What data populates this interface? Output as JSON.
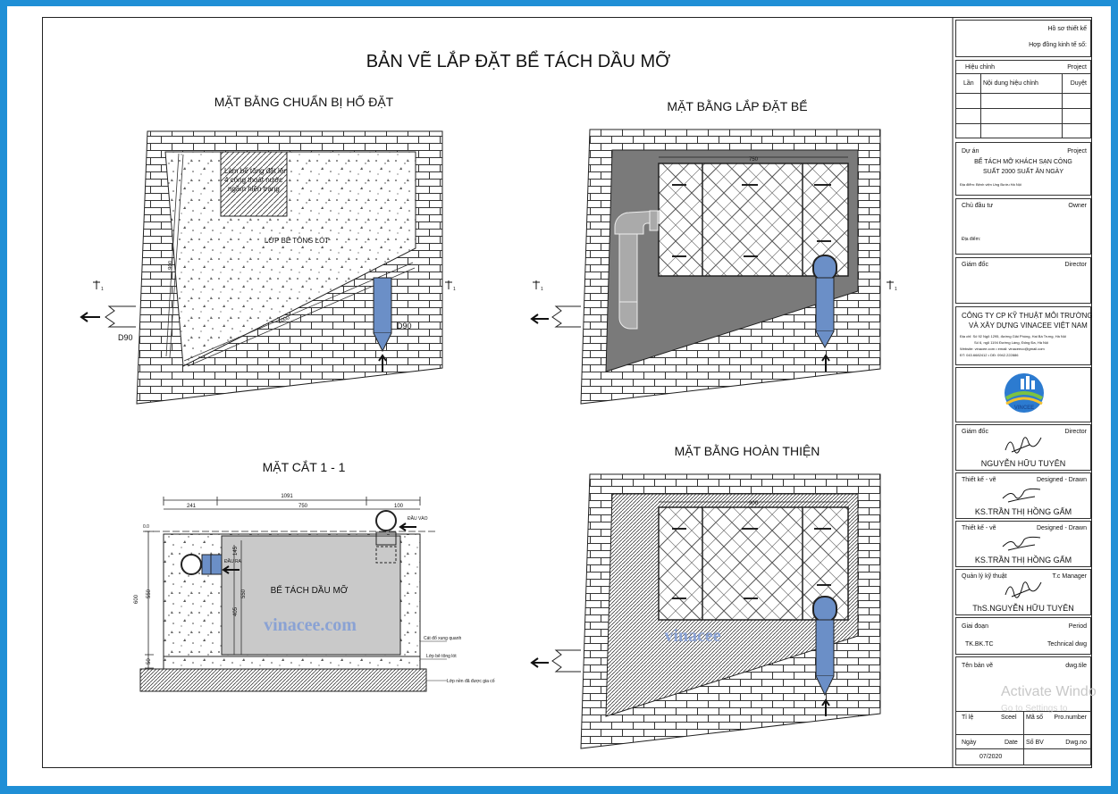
{
  "main_title": "BẢN VẼ LẮP ĐẶT BỂ TÁCH DẦU MỠ",
  "views": {
    "prep": {
      "title": "MẶT BẰNG CHUẨN BỊ HỐ ĐẶT",
      "note_lines": [
        "Làm bể tông đặt lên",
        "4 cống thoát nước",
        "ngầm hiện trạng"
      ],
      "floor_label": "LỚP BÊ TÔNG LÓT",
      "dim_side": "900",
      "dim_diag": "1000",
      "pipe_left": "D90",
      "pipe_right": "D90",
      "section_mark": "1"
    },
    "install": {
      "title": "MẶT BẰNG LẮP ĐẶT BỂ",
      "dim_top": "750",
      "section_mark": "1"
    },
    "section": {
      "title": "MẶT CẮT 1 - 1",
      "dim_total": "1091",
      "dim_a": "241",
      "dim_b": "750",
      "dim_c": "100",
      "dim_height": "600",
      "dim_inner": "550",
      "dim_inner2": "550",
      "dim_405": "405",
      "dim_145": "145",
      "dim_50": "50",
      "level": "0.0",
      "tank_label": "BỂ TÁCH DẦU MỠ",
      "inlet_label": "ĐẦU VÀO",
      "outlet_label": "ĐẦU RA",
      "fill_label": "Cát đổ xung quanh",
      "base_label": "Lớp bê tông lót",
      "ground_label": "Lớp nền đã được gia cố",
      "watermark": "vinacee.com"
    },
    "finish": {
      "title": "MẶT BẰNG HOÀN THIỆN",
      "dim_top": "900",
      "watermark": "vinacee"
    }
  },
  "title_block": {
    "hoso": "Hồ sơ thiết kế",
    "hopdong": "Hợp đồng kinh tế số:",
    "hieuchinh": "Hiệu chỉnh",
    "project": "Project",
    "lan": "Lần",
    "noidung": "Nội dung hiệu chỉnh",
    "duyet": "Duyệt",
    "duan": "Dự án",
    "project2": "Project",
    "duan_name1": "BỂ TÁCH MỠ KHÁCH SẠN CÔNG",
    "duan_name2": "SUẤT 2000 SUẤT ĂN NGÀY",
    "diadiem": "Địa điểm:   Bệnh viện Ung Bướu Hà Nội",
    "chudautu": "Chủ đầu tư",
    "owner": "Owner",
    "diadiem2": "Địa điểm:",
    "giamdoc": "Giám đốc",
    "director": "Director",
    "company1": "CÔNG TY  CP KỸ THUẬT MÔI TRƯỜNG",
    "company2": "VÀ XÂY DỰNG VINACEE VIỆT NAM",
    "addr1": "Địa chỉ: Số 92 Ngõ 1295, đường Giải Phóng, Hai Bà Trưng, Hà Nội",
    "addr2": "Số 6, ngõ 1194 Đường Láng, Đống Đa, Hà Nội",
    "addr3": "Website: vinacee.com • email: vinaceeco@gmail.com",
    "addr4": "ĐT: 043.6682412 • DĐ: 0942.222886",
    "logo_text": "VINCEE",
    "giamdoc2": "Giám đốc",
    "director2": "Director",
    "gd_name": "NGUYỄN HỮU TUYÊN",
    "tk1": "Thiết kế - vẽ",
    "tk1_en": "Designed - Drawn",
    "tk1_name": "KS.TRẦN THỊ HỒNG GẤM",
    "tk2": "Thiết kế - vẽ",
    "tk2_en": "Designed - Drawn",
    "tk2_name": "KS.TRẦN THỊ HỒNG GẤM",
    "qlkt": "Quản lý kỹ thuật",
    "qlkt_en": "T.c Manager",
    "qlkt_name": "ThS.NGUYỄN HỮU TUYÊN",
    "giadoan": "Giai đoạn",
    "period": "Period",
    "giadoan_val": "TK.BK.TC",
    "period_val": "Technical dwg",
    "tenbanve": "Tên bản vẽ",
    "dwgtitle": "dwg.tile",
    "tile": "Tỉ lệ",
    "scale": "Sceel",
    "maso": "Mã số",
    "pronumber": "Pro.number",
    "ngay": "Ngày",
    "date": "Date",
    "sobv": "Số BV",
    "dwgno": "Dwg.no",
    "date_val": "07/2020"
  },
  "os_overlay": {
    "activate": "Activate Windo",
    "activate_sub": "Go to Settings to"
  }
}
